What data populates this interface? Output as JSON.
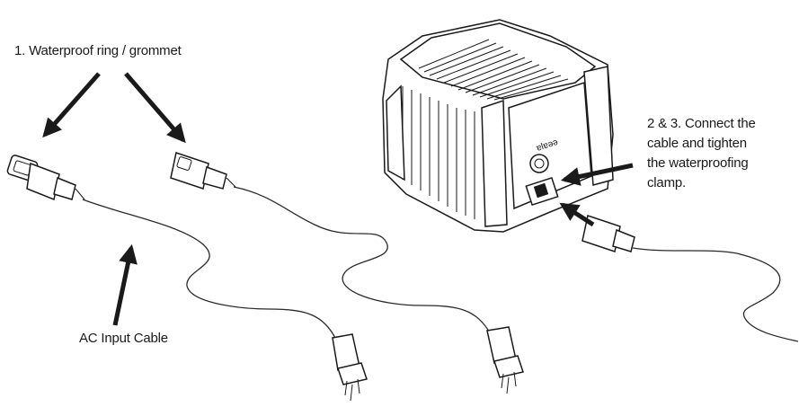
{
  "labels": {
    "step1": "1. Waterproof ring / grommet",
    "ac_input": "AC Input Cable",
    "step23_lines": [
      "2 & 3. Connect the",
      "cable and tighten",
      "the waterproofing",
      "clamp."
    ]
  },
  "colors": {
    "ink": "#1a1a1a",
    "background": "#ffffff"
  }
}
